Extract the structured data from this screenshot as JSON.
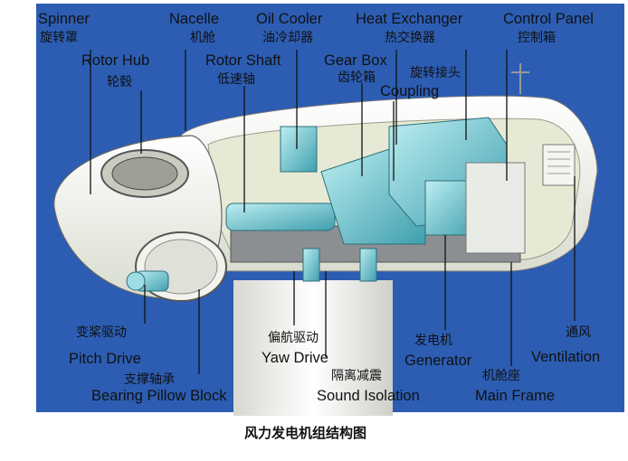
{
  "diagram": {
    "caption": "风力发电机组结构图",
    "labels": {
      "spinner": {
        "en": "Spinner",
        "zh": "旋转罩"
      },
      "rotor_hub": {
        "en": "Rotor Hub",
        "zh": "轮毂"
      },
      "nacelle": {
        "en": "Nacelle",
        "zh": "机舱"
      },
      "rotor_shaft": {
        "en": "Rotor Shaft",
        "zh": "低速轴"
      },
      "oil_cooler": {
        "en": "Oil Cooler",
        "zh": "油冷却器"
      },
      "gear_box": {
        "en": "Gear Box",
        "zh": "齿轮箱"
      },
      "heat_exchanger": {
        "en": "Heat Exchanger",
        "zh": "热交换器"
      },
      "coupling": {
        "en": "Coupling",
        "zh": "旋转接头"
      },
      "control_panel": {
        "en": "Control Panel",
        "zh": "控制箱"
      },
      "pitch_drive": {
        "en": "Pitch Drive",
        "zh": "变桨驱动"
      },
      "bearing_pillow_block": {
        "en": "Bearing Pillow Block",
        "zh": "支撑轴承"
      },
      "yaw_drive": {
        "en": "Yaw Drive",
        "zh": "偏航驱动"
      },
      "sound_isolation": {
        "en": "Sound Isolation",
        "zh": "隔离减震"
      },
      "generator": {
        "en": "Generator",
        "zh": "发电机"
      },
      "main_frame": {
        "en": "Main Frame",
        "zh": "机舱座"
      },
      "ventilation": {
        "en": "Ventilation",
        "zh": "通风"
      }
    },
    "colors": {
      "nacelle_shell": "#f1f3ea",
      "nacelle_inner": "#e6ead4",
      "machinery": "#7fd0d8",
      "machinery_dark": "#3f9fae",
      "frame": "#8c8f92",
      "tower": "#f4f4f0",
      "panel": "#e9ebe6"
    }
  }
}
